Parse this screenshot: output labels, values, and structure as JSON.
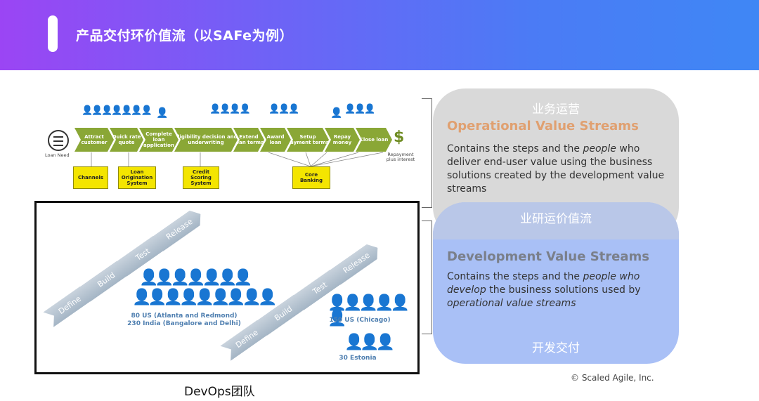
{
  "header": {
    "title": "产品交付环价值流（以SAFe为例）"
  },
  "operational_strip": {
    "loan_need": "Loan Need",
    "steps": [
      "Attract customer",
      "Quick rate quote",
      "Complete loan application",
      "Eligibility decision and underwriting",
      "Extend loan terms",
      "Award loan",
      "Setup payment terms",
      "Repay money",
      "Close loan"
    ],
    "repayment": "Repayment plus interest",
    "dollar": "$",
    "systems": [
      "Channels",
      "Loan Origination System",
      "Credit Scoring System",
      "Core Banking"
    ]
  },
  "team": {
    "steps": [
      "Define",
      "Build",
      "Test",
      "Release"
    ],
    "left_label_1": "80 US (Atlanta and Redmond)",
    "left_label_2": "230 India (Bangalore and Delhi)",
    "right_label_1": "150 US (Chicago)",
    "right_label_2": "30 Estonia",
    "caption": "DevOps团队"
  },
  "panels": {
    "op_cn": "业务运营",
    "op_title": "Operational Value Streams",
    "op_body_pre": "Contains the steps and the ",
    "op_body_em": "people",
    "op_body_post": " who deliver end-user value using the business solutions created by the development value streams",
    "mid_cn": "业研运价值流",
    "dev_title": "Development Value Streams",
    "dev_body_pre": "Contains the steps and the ",
    "dev_body_em1": "people who develop",
    "dev_body_mid": " the business solutions used by ",
    "dev_body_em2": "operational value streams",
    "dev_cn": "开发交付",
    "copyright": "© Scaled Agile, Inc."
  },
  "colors": {
    "op_heading": "#e0a070",
    "dev_heading": "#7a7f8a",
    "chevron_green": "#8aa736",
    "system_yellow": "#f4e500"
  }
}
